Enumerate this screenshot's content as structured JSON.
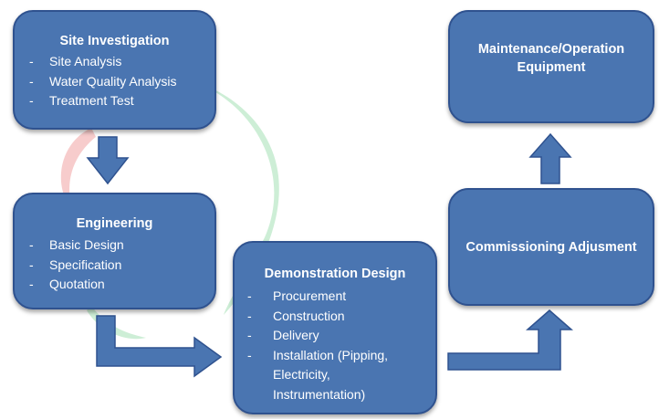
{
  "diagram": {
    "boxes": {
      "site_investigation": {
        "title": "Site Investigation",
        "items": [
          "Site Analysis",
          "Water Quality Analysis",
          "Treatment Test"
        ]
      },
      "engineering": {
        "title": "Engineering",
        "items": [
          "Basic Design",
          "Specification",
          "Quotation"
        ]
      },
      "demonstration_design": {
        "title": "Demonstration Design",
        "items": [
          "Procurement",
          "Construction",
          "Delivery",
          "Installation (Pipping, Electricity, Instrumentation)"
        ]
      },
      "commissioning": {
        "title": "Commissioning Adjusment"
      },
      "maintenance": {
        "title": "Maintenance/Operation Equipment"
      }
    },
    "colors": {
      "box_fill": "#4a75b1",
      "box_border": "#2f528f",
      "arrow_fill": "#4a75b1",
      "watermark_green": "#c8ecd2",
      "watermark_red": "#f6c6c6"
    }
  }
}
